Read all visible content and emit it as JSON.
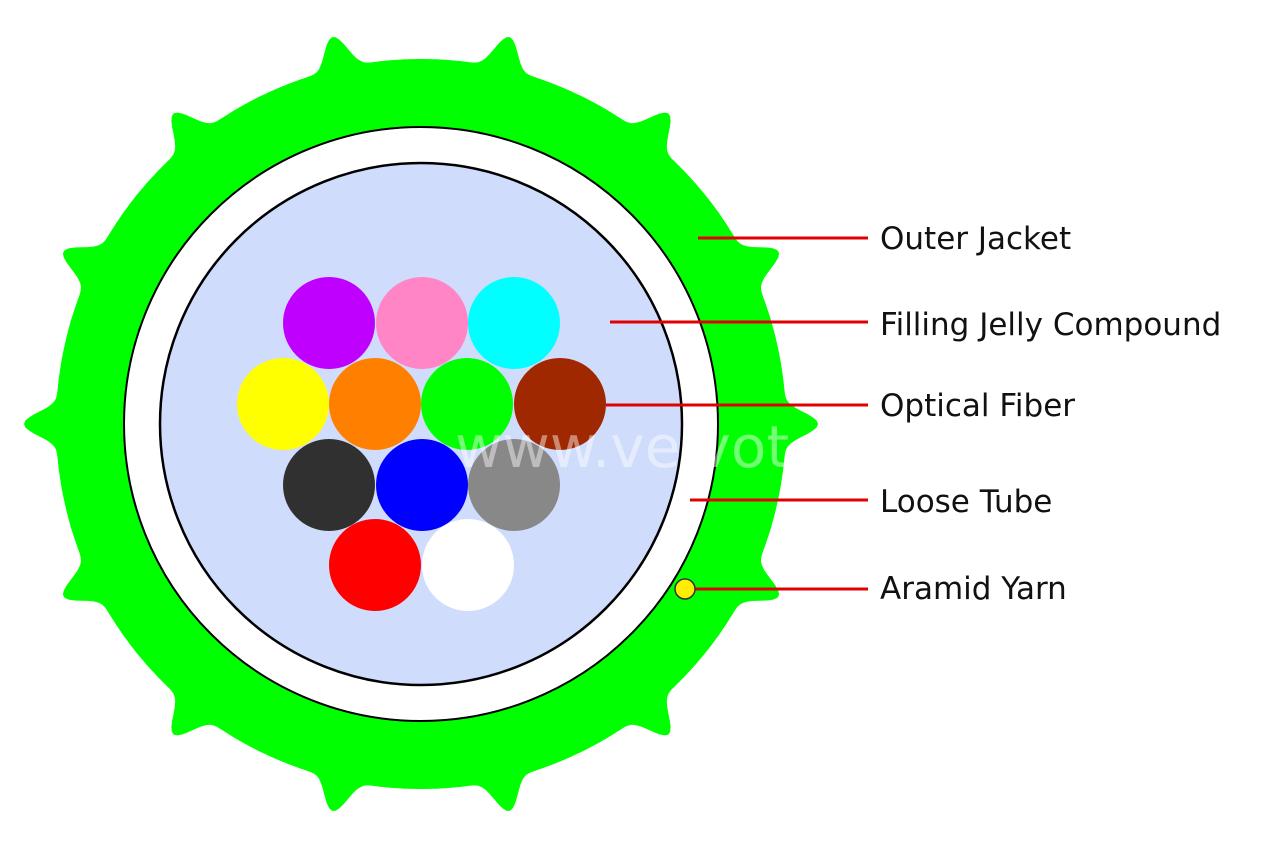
{
  "labels": {
    "outer_jacket": "Outer Jacket",
    "filling_jelly": "Filling Jelly Compound",
    "optical_fiber": "Optical Fiber",
    "loose_tube": "Loose Tube",
    "aramid_yarn": "Aramid Yarn"
  },
  "watermark": "www.veivot.com",
  "colors": {
    "jacket": "#00ff00",
    "tube_fill": "#ffffff",
    "jelly": "#d0dcfc",
    "outline": "#000000",
    "leader": "#e00000",
    "aramid": "#ffee00"
  },
  "fibers": [
    {
      "name": "violet",
      "color": "#bf00ff"
    },
    {
      "name": "rose",
      "color": "#ff85c6"
    },
    {
      "name": "aqua",
      "color": "#00ffff"
    },
    {
      "name": "yellow",
      "color": "#ffff00"
    },
    {
      "name": "orange",
      "color": "#ff8000"
    },
    {
      "name": "green",
      "color": "#00ff00"
    },
    {
      "name": "brown",
      "color": "#a02800"
    },
    {
      "name": "black",
      "color": "#303030"
    },
    {
      "name": "blue",
      "color": "#0000ff"
    },
    {
      "name": "slate",
      "color": "#888888"
    },
    {
      "name": "red",
      "color": "#ff0000"
    },
    {
      "name": "white",
      "color": "#ffffff"
    }
  ]
}
